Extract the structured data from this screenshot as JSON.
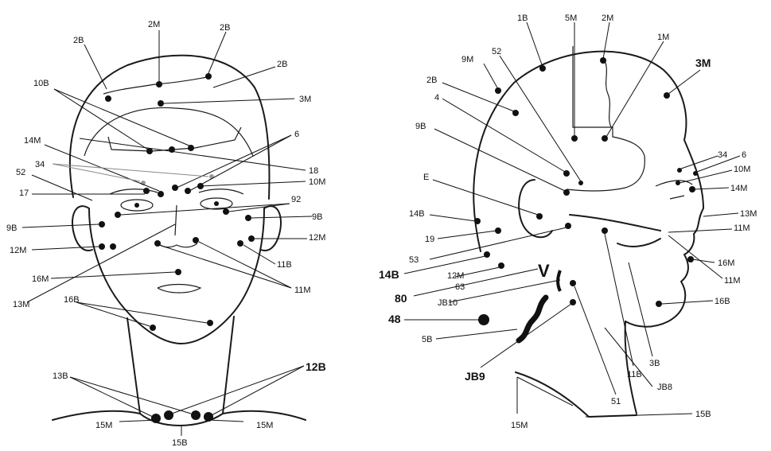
{
  "front_labels": {
    "m2_top": "2M",
    "b2_left": "2B",
    "b2_right": "2B",
    "b2_far": "2B",
    "b10": "10B",
    "m3": "3M",
    "m14": "14M",
    "p6": "6",
    "p34": "34",
    "p18": "18",
    "p52": "52",
    "m10": "10M",
    "p17": "17",
    "p92": "92",
    "b9_left": "9B",
    "b9_right": "9B",
    "m12_left": "12M",
    "m12_right": "12M",
    "b11": "11B",
    "m16": "16M",
    "m11": "11M",
    "m13": "13M",
    "b16": "16B",
    "b13": "13B",
    "b12": "12B",
    "m15_left": "15M",
    "m15_right": "15M",
    "b15": "15B"
  },
  "side_labels": {
    "b1": "1B",
    "m5": "5M",
    "m2": "2M",
    "m1": "1M",
    "m9": "9M",
    "p52": "52",
    "m3": "3M",
    "b2": "2B",
    "p4": "4",
    "b9": "9B",
    "p34": "34",
    "p6": "6",
    "m10": "10M",
    "m14": "14M",
    "e": "E",
    "b14_top": "14B",
    "m13": "13M",
    "p19": "19",
    "m11_top": "11M",
    "p53": "53",
    "b14": "14B",
    "m12": "12M",
    "m16": "16M",
    "m11": "11M",
    "p63": "63",
    "p80": "80",
    "jb10": "JB10",
    "b16": "16B",
    "p48": "48",
    "b5": "5B",
    "jb9": "JB9",
    "b11": "11B",
    "b3": "3B",
    "jb8": "JB8",
    "p51": "51",
    "m15": "15M",
    "b15": "15B"
  }
}
